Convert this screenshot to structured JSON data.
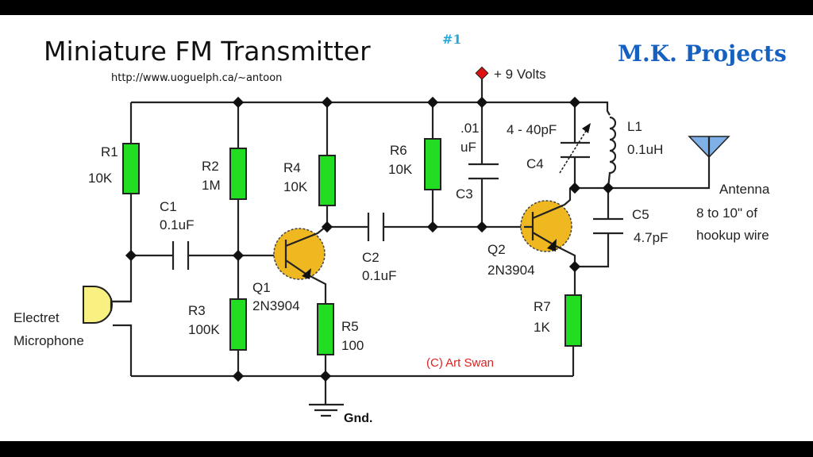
{
  "header": {
    "title": "Miniature FM Transmitter",
    "title_number": "#1",
    "url": "http://www.uoguelph.ca/~antoon",
    "brand": "M.K. Projects"
  },
  "supply": {
    "label": "+ 9 Volts",
    "color": "#dd1111"
  },
  "components": {
    "R1": {
      "name": "R1",
      "value": "10K"
    },
    "R2": {
      "name": "R2",
      "value": "1M"
    },
    "R3": {
      "name": "R3",
      "value": "100K"
    },
    "R4": {
      "name": "R4",
      "value": "10K"
    },
    "R5": {
      "name": "R5",
      "value": "100"
    },
    "R6": {
      "name": "R6",
      "value": "10K"
    },
    "R7": {
      "name": "R7",
      "value": "1K"
    },
    "C1": {
      "name": "C1",
      "value": "0.1uF"
    },
    "C2": {
      "name": "C2",
      "value": "0.1uF"
    },
    "C3": {
      "name": "C3",
      "value_line1": ".01",
      "value_line2": "uF"
    },
    "C4": {
      "name": "C4",
      "value": "4 - 40pF"
    },
    "C5": {
      "name": "C5",
      "value": "4.7pF"
    },
    "L1": {
      "name": "L1",
      "value": "0.1uH"
    },
    "Q1": {
      "name": "Q1",
      "value": "2N3904"
    },
    "Q2": {
      "name": "Q2",
      "value": "2N3904"
    }
  },
  "microphone": {
    "line1": "Electret",
    "line2": "Microphone"
  },
  "antenna": {
    "line1": "Antenna",
    "line2": "8 to 10\" of",
    "line3": "hookup wire"
  },
  "ground": {
    "label": "Gnd."
  },
  "credit": "(C) Art Swan",
  "colors": {
    "resistor": "#22dd22",
    "transistor": "#f0b820",
    "mic": "#f8f080",
    "antenna": "#7fb0e8",
    "brand": "#1560c0"
  }
}
